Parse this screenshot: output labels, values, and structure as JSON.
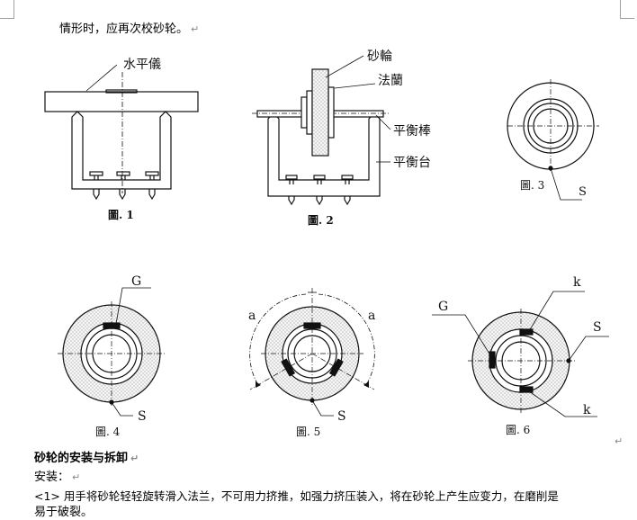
{
  "document": {
    "top_line": "情形时，应再次校砂轮。",
    "paragraph_mark": "↵",
    "section_heading": "砂轮的安装与拆卸",
    "install_label": "安装：",
    "step1": "<1> 用手将砂轮轻轻旋转滑入法兰，不可用力挤推，如强力挤压装入，将在砂轮上产生应变力，在磨削是",
    "step1_cont": "易于破裂。"
  },
  "figures": {
    "fig1": {
      "caption": "圖. 1",
      "labels": {
        "level": "水平儀"
      }
    },
    "fig2": {
      "caption": "圖. 2",
      "labels": {
        "wheel": "砂輪",
        "flange": "法蘭",
        "bar": "平衡棒",
        "stand": "平衡台"
      }
    },
    "fig3": {
      "caption": "圖. 3",
      "labels": {
        "s": "S"
      }
    },
    "fig4": {
      "caption": "圖. 4",
      "labels": {
        "g": "G",
        "s": "S"
      }
    },
    "fig5": {
      "caption": "圖. 5",
      "labels": {
        "a_left": "a",
        "a_right": "a",
        "s": "S"
      }
    },
    "fig6": {
      "caption": "圖. 6",
      "labels": {
        "g": "G",
        "k_top": "k",
        "k_bottom": "k",
        "s": "S"
      }
    }
  }
}
